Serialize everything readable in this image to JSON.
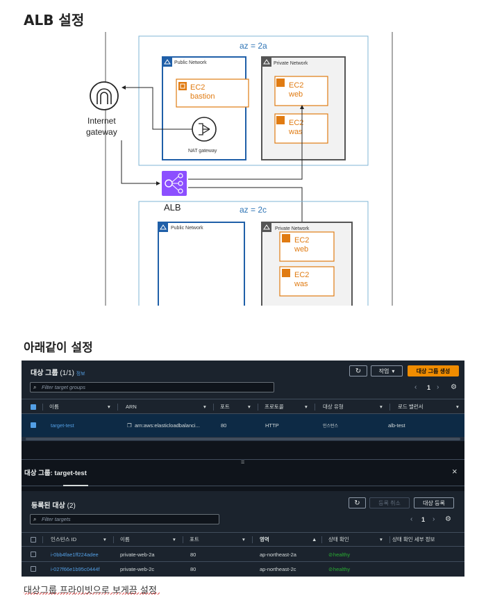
{
  "headings": {
    "alb_setup": "ALB 설정",
    "as_below": "아래같이 설정",
    "caption": "대상그룹 프라이빗으로 보게끔 설정"
  },
  "diagram": {
    "az_a_label": "az = 2a",
    "az_c_label": "az = 2c",
    "internet_gateway": [
      "Internet",
      "gateway"
    ],
    "nat_gateway": "NAT gateway",
    "alb_label": "ALB",
    "public_network": "Public Network",
    "private_network": "Private Network",
    "ec2_bastion": [
      "EC2",
      "bastion"
    ],
    "ec2_web": [
      "EC2",
      "web"
    ],
    "ec2_was": [
      "EC2",
      "was"
    ],
    "colors": {
      "az_border": "#7fb4d6",
      "public_border": "#1f5fa8",
      "private_border": "#555555",
      "private_fill": "#f2f2f2",
      "ec2_orange": "#e07b12",
      "alb_purple": "#8c4fff"
    }
  },
  "console": {
    "target_groups": {
      "title": "대상 그룹",
      "count": "(1/1)",
      "info": "정보",
      "refresh_icon": "refresh-icon",
      "actions_label": "작업",
      "create_label": "대상 그룹 생성",
      "search_placeholder": "Filter target groups",
      "page": "1",
      "columns": [
        "이름",
        "ARN",
        "포트",
        "프로토콜",
        "대상 유형",
        "로드 밸런서"
      ],
      "row": {
        "name": "target-test",
        "arn": "arn:aws:elasticloadbalanci...",
        "port": "80",
        "protocol": "HTTP",
        "target_type": "인스턴스",
        "load_balancer": "alb-test"
      }
    },
    "detail": {
      "handle": "=",
      "title": "대상 그룹: target-test",
      "close": "×"
    },
    "registered": {
      "title": "등록된 대상",
      "count": "(2)",
      "deregister_label": "등록 취소",
      "register_label": "대상 등록",
      "search_placeholder": "Filter targets",
      "page": "1",
      "columns": [
        "인스턴스 ID",
        "이름",
        "포트",
        "영역",
        "상태 확인",
        "상태 확인 세부 정보"
      ],
      "rows": [
        {
          "instance_id": "i-0bb4fae1ff224adee",
          "name": "private-web-2a",
          "port": "80",
          "zone": "ap-northeast-2a",
          "health": "healthy"
        },
        {
          "instance_id": "i-027f66e1b95c0444f",
          "name": "private-web-2c",
          "port": "80",
          "zone": "ap-northeast-2c",
          "health": "healthy"
        }
      ]
    },
    "colors": {
      "bg": "#0f141b",
      "panel": "#1b232d",
      "accent": "#f08c00",
      "link": "#539fe5",
      "healthy": "#29ad32",
      "selected_row": "#0d2a45"
    }
  }
}
